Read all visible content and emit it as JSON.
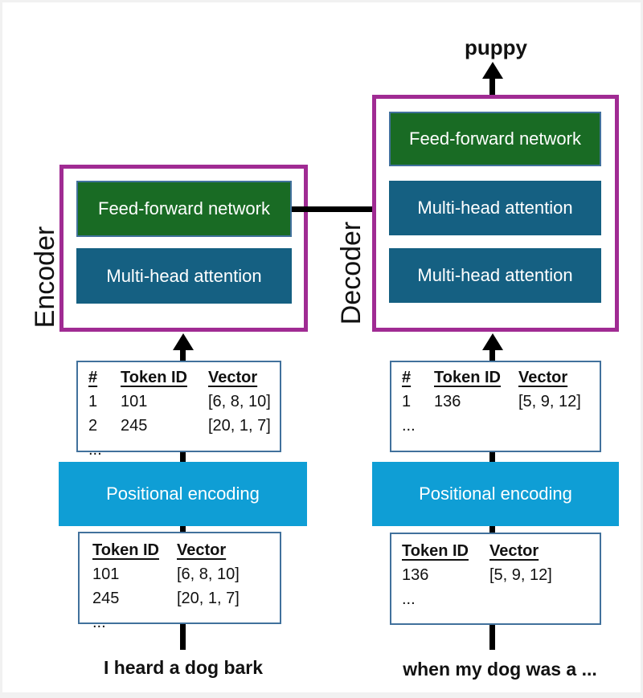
{
  "colors": {
    "container_border": "#A02B93",
    "feed_forward_fill": "#196B24",
    "attention_fill": "#156082",
    "positional_encoding_fill": "#0F9ED5",
    "table_border": "#41719C",
    "frame": "#F1F1F1"
  },
  "encoder": {
    "label": "Encoder",
    "ffn_label": "Feed-forward network",
    "mha_label": "Multi-head attention",
    "upper_table": {
      "col_num": "#",
      "col_token": "Token ID",
      "col_vector": "Vector",
      "rows": [
        {
          "num": "1",
          "token": "101",
          "vector": "[6, 8, 10]"
        },
        {
          "num": "2",
          "token": "245",
          "vector": "[20, 1, 7]"
        }
      ],
      "ellipsis": "..."
    },
    "positional_encoding_label": "Positional encoding",
    "lower_table": {
      "col_token": "Token ID",
      "col_vector": "Vector",
      "rows": [
        {
          "token": "101",
          "vector": "[6, 8, 10]"
        },
        {
          "token": "245",
          "vector": "[20, 1, 7]"
        }
      ],
      "ellipsis": "..."
    },
    "input_text": "I heard a dog bark"
  },
  "decoder": {
    "label": "Decoder",
    "output_text": "puppy",
    "ffn_label": "Feed-forward network",
    "mha_cross_label": "Multi-head attention",
    "mha_self_label": "Multi-head attention",
    "upper_table": {
      "col_num": "#",
      "col_token": "Token ID",
      "col_vector": "Vector",
      "rows": [
        {
          "num": "1",
          "token": "136",
          "vector": "[5, 9, 12]"
        }
      ],
      "ellipsis": "..."
    },
    "positional_encoding_label": "Positional encoding",
    "lower_table": {
      "col_token": "Token ID",
      "col_vector": "Vector",
      "rows": [
        {
          "token": "136",
          "vector": "[5, 9, 12]"
        }
      ],
      "ellipsis": "..."
    },
    "input_text": "when my dog was a ..."
  }
}
